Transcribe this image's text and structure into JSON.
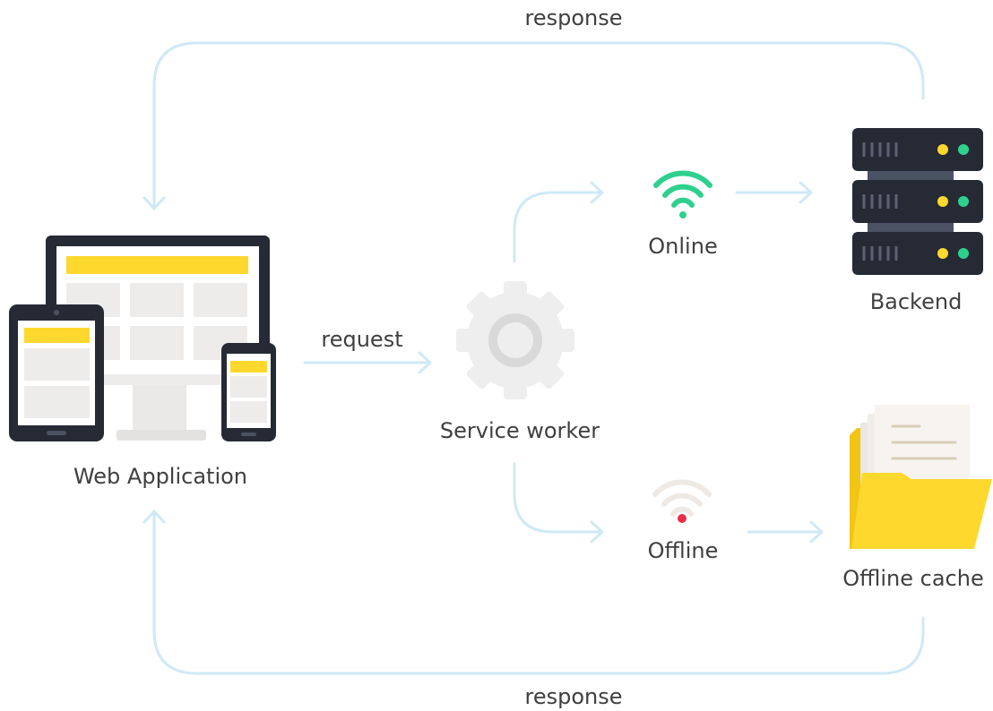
{
  "labels": {
    "response_top": "response",
    "response_bottom": "response",
    "request": "request",
    "web_application": "Web Application",
    "service_worker": "Service worker",
    "online": "Online",
    "offline": "Offline",
    "backend": "Backend",
    "offline_cache": "Offline cache"
  },
  "colors": {
    "connector": "#cfe9f6",
    "label_text": "#3f3f3f",
    "device_frame": "#252a35",
    "device_screen": "#ffffff",
    "placeholder": "#eeeceb",
    "accent_yellow": "#ffd82e",
    "gear": "#eeeeee",
    "wifi_online": "#2fd08e",
    "wifi_offline": "#efe9e4",
    "offline_dot": "#e8304a",
    "server_body": "#252a35",
    "server_led_yellow": "#ffd82e",
    "server_led_green": "#2fd08e",
    "folder_yellow": "#ffd82e",
    "folder_back": "#f2c414",
    "paper": "#f7f4ef",
    "paper_line": "#d8cdb8"
  },
  "icons": {
    "web_application": "devices-icon",
    "service_worker": "gear-icon",
    "online": "wifi-icon",
    "offline": "wifi-off-icon",
    "backend": "server-stack-icon",
    "offline_cache": "folder-documents-icon"
  }
}
